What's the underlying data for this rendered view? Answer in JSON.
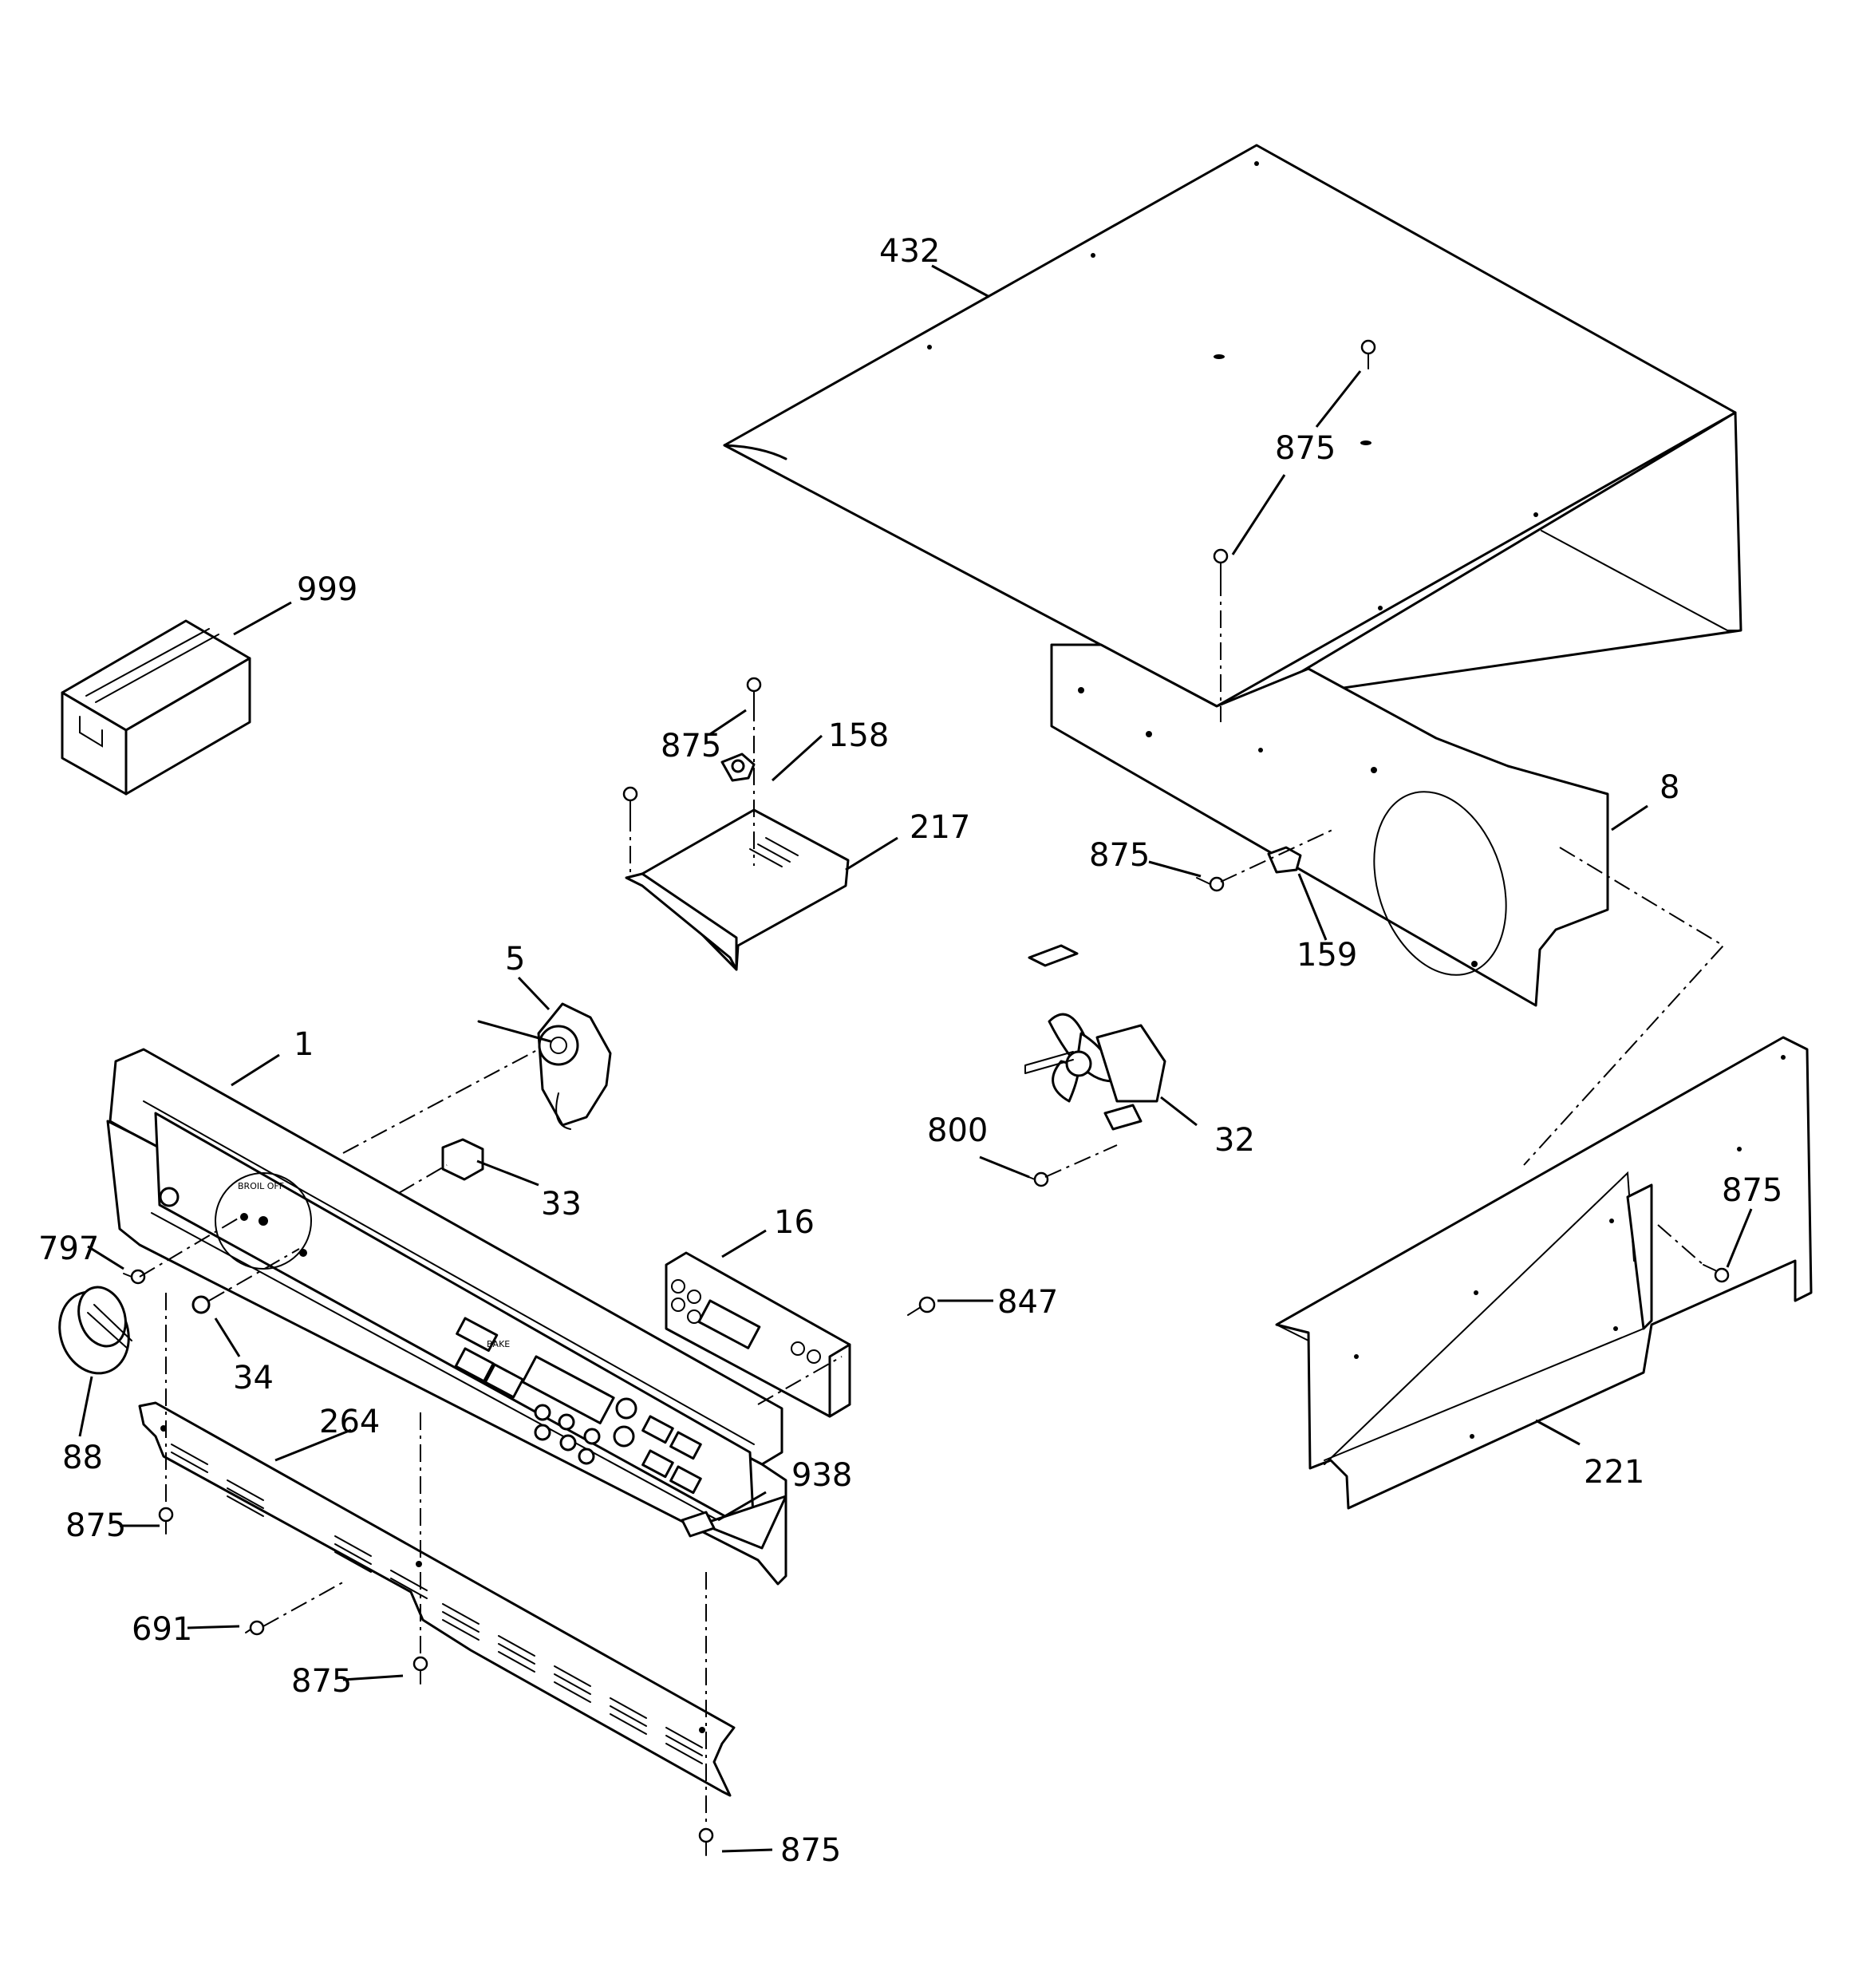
{
  "labels": {
    "l432": "432",
    "l875_top": "875",
    "l999": "999",
    "l875_bracket": "875",
    "l158": "158",
    "l217": "217",
    "l8": "8",
    "l875_fan": "875",
    "l159": "159",
    "l5": "5",
    "l1": "1",
    "l32": "32",
    "l800": "800",
    "l33": "33",
    "l16": "16",
    "l875_right": "875",
    "l797": "797",
    "l847": "847",
    "l34": "34",
    "l88": "88",
    "l264": "264",
    "l938": "938",
    "l221": "221",
    "l875_left": "875",
    "l691": "691",
    "l875_mid": "875",
    "l875_bottom": "875"
  },
  "control_panel": {
    "dial_text": "BROIL OFF",
    "bake_label": "BAKE"
  }
}
